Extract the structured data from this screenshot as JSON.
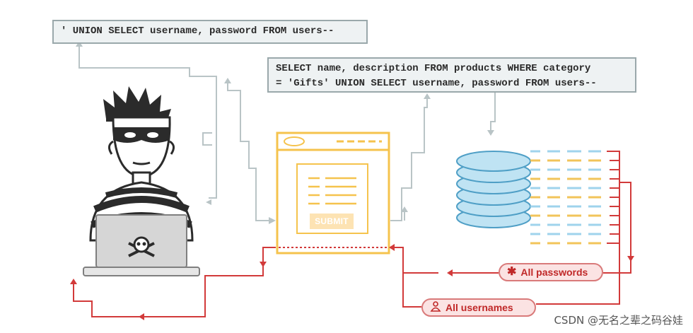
{
  "queries": {
    "injection": "' UNION SELECT username, password FROM users--",
    "full_line1": "SELECT name, description FROM products WHERE category",
    "full_line2": "= 'Gifts' UNION SELECT username, password FROM users--"
  },
  "form": {
    "submit_label": "SUBMIT"
  },
  "results": {
    "passwords_label": "All passwords",
    "usernames_label": "All usernames"
  },
  "watermark": "CSDN @无名之辈之码谷娃",
  "colors": {
    "flow_line": "#b9c4c6",
    "return_line": "#d23a3a",
    "browser_border": "#f5c34d",
    "database": "#bfe3f3",
    "pill_fill": "#fbe3e3"
  },
  "icons": {
    "attacker": "hacker-figure-icon",
    "skull": "skull-crossbones-icon",
    "database": "database-icon",
    "password": "asterisk-icon",
    "username": "user-icon"
  }
}
